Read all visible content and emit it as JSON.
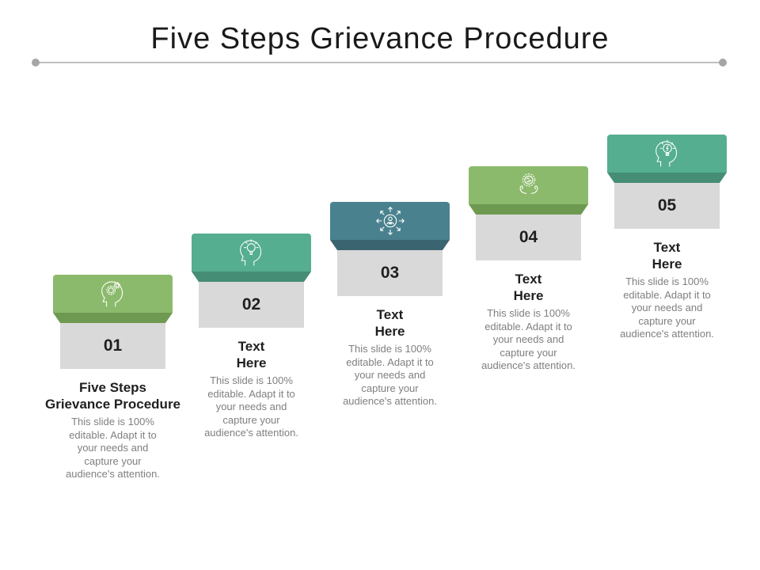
{
  "slide": {
    "title": "Five Steps Grievance Procedure",
    "divider": {
      "line_color": "#BFBFBF",
      "dot_color": "#A6A6A6"
    },
    "block_gray": "#D9D9D9",
    "text_colors": {
      "title": "#1A1A1A",
      "heading": "#1F1F1F",
      "number": "#1F1F1F",
      "description": "#7F7F7F"
    },
    "steps": [
      {
        "number": "01",
        "heading": "Five Steps\nGrievance Procedure",
        "description": "This slide is 100%\neditable. Adapt it to\nyour needs and\ncapture your\naudience's attention.",
        "icon": "head-gears-icon",
        "header_color": "#8CBA6C",
        "bevel_color": "#6E9950"
      },
      {
        "number": "02",
        "heading": "Text\nHere",
        "description": "This slide is 100%\neditable. Adapt it to\nyour needs and\ncapture your\naudience's attention.",
        "icon": "head-lightbulb-icon",
        "header_color": "#55AE8F",
        "bevel_color": "#458D74"
      },
      {
        "number": "03",
        "heading": "Text\nHere",
        "description": "This slide is 100%\neditable. Adapt it to\nyour needs and\ncapture your\naudience's attention.",
        "icon": "person-arrows-icon",
        "header_color": "#4A818E",
        "bevel_color": "#3A6570"
      },
      {
        "number": "04",
        "heading": "Text\nHere",
        "description": "This slide is 100%\neditable. Adapt it to\nyour needs and\ncapture your\naudience's attention.",
        "icon": "hands-brain-icon",
        "header_color": "#8CBA6C",
        "bevel_color": "#6E9950"
      },
      {
        "number": "05",
        "heading": "Text\nHere",
        "description": "This slide is 100%\neditable. Adapt it to\nyour needs and\ncapture your\naudience's attention.",
        "icon": "head-bulb-bolt-icon",
        "header_color": "#55AE8F",
        "bevel_color": "#458D74"
      }
    ]
  }
}
